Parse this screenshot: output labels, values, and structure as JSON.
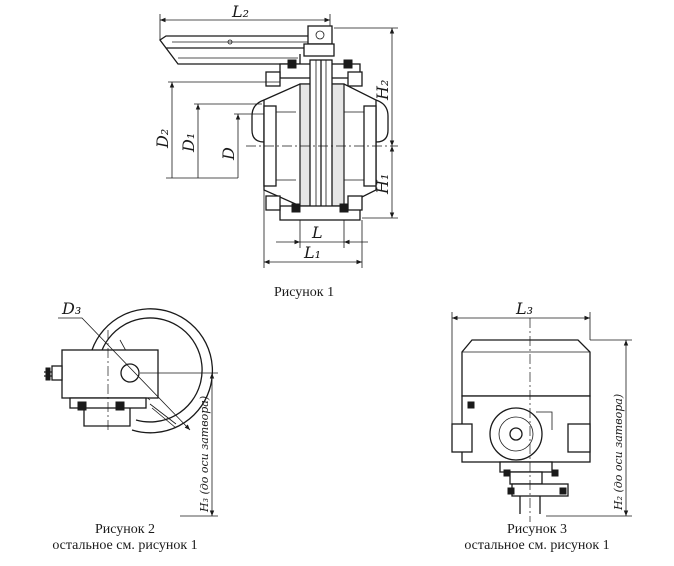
{
  "labels": {
    "L2": "L₂",
    "H2": "H₂",
    "H1": "H₁",
    "D2": "D₂",
    "D1": "D₁",
    "D": "D",
    "L": "L",
    "L1": "L₁",
    "D3": "D₃",
    "L3": "L₃",
    "H3_note": "H₃ (до оси затвора)",
    "H2_note": "H₂ (до оси затвора)"
  },
  "captions": {
    "fig1": "Рисунок  1",
    "fig2_title": "Рисунок  2",
    "fig2_note": "остальное см. рисунок  1",
    "fig3_title": "Рисунок  3",
    "fig3_note": "остальное см. рисунок  1"
  }
}
